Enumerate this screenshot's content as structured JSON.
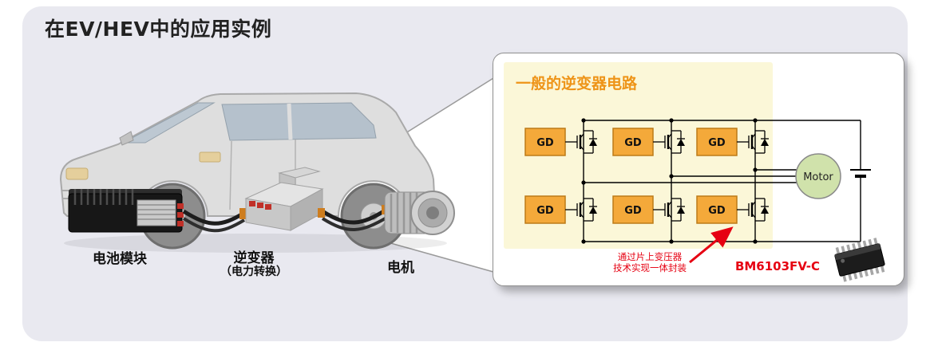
{
  "title": "在EV/HEV中的应用实例",
  "car": {
    "battery_label": "电池模块",
    "inverter_label": "逆变器",
    "inverter_sublabel": "（电力转换）",
    "motor_label": "电机"
  },
  "callout": {
    "title": "一般的逆变器电路",
    "gd_label": "GD",
    "motor_label": "Motor",
    "annotation_line1": "通过片上变压器",
    "annotation_line2": "技术实现一体封装",
    "part_number": "BM6103FV-C"
  },
  "icons": {
    "chip_package": "smd-ic-package"
  },
  "colors": {
    "panel_bg": "#e9e9f0",
    "circuit_panel_bg": "#fbf7d8",
    "gd_fill": "#f4a93a",
    "gd_border": "#bd7b18",
    "callout_title_orange": "#ee9418",
    "annotation_red": "#e60012",
    "motor_fill": "#d0e2ab"
  }
}
